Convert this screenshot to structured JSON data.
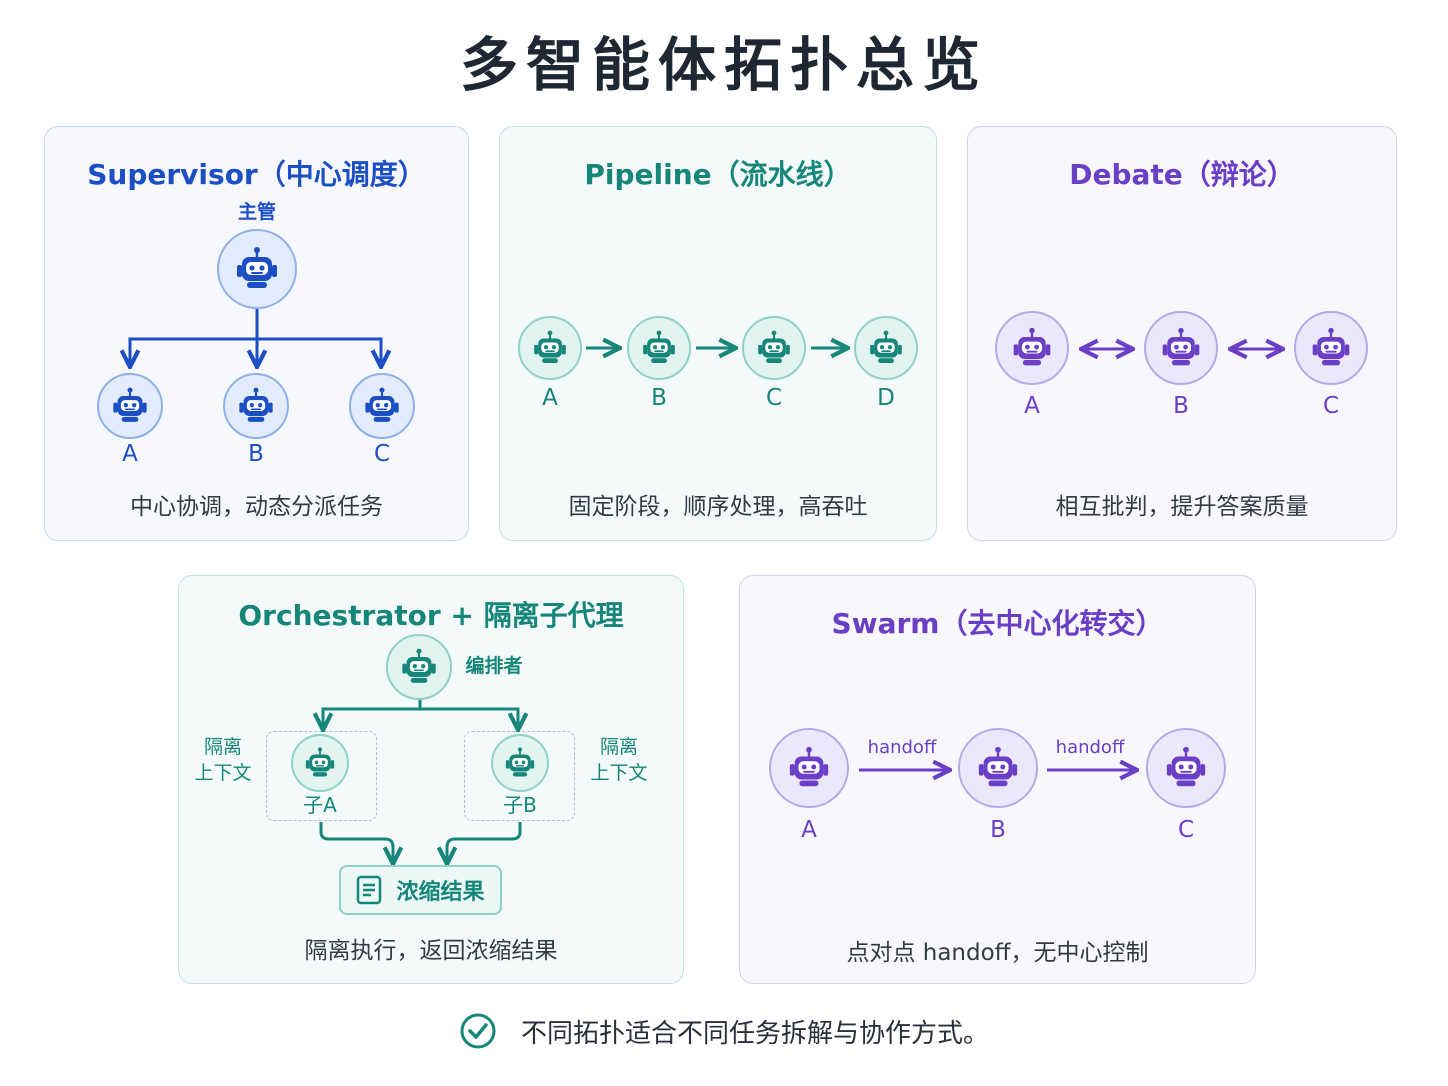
{
  "title": "多智能体拓扑总览",
  "colors": {
    "blue": "#1c4fc4",
    "green": "#16867a",
    "purple": "#6a3fc6"
  },
  "supervisor": {
    "title": "Supervisor（中心调度）",
    "top_label": "主管",
    "nodes": [
      "A",
      "B",
      "C"
    ],
    "desc": "中心协调，动态分派任务"
  },
  "pipeline": {
    "title": "Pipeline（流水线）",
    "nodes": [
      "A",
      "B",
      "C",
      "D"
    ],
    "desc": "固定阶段，顺序处理，高吞吐"
  },
  "debate": {
    "title": "Debate（辩论）",
    "nodes": [
      "A",
      "B",
      "C"
    ],
    "desc": "相互批判，提升答案质量"
  },
  "orchestrator": {
    "title": "Orchestrator + 隔离子代理",
    "top_label": "编排者",
    "context_label_line1": "隔离",
    "context_label_line2": "上下文",
    "sub_a": "子A",
    "sub_b": "子B",
    "result": "浓缩结果",
    "desc": "隔离执行，返回浓缩结果"
  },
  "swarm": {
    "title": "Swarm（去中心化转交）",
    "nodes": [
      "A",
      "B",
      "C"
    ],
    "edge_label": "handoff",
    "desc": "点对点 handoff，无中心控制"
  },
  "footer": "不同拓扑适合不同任务拆解与协作方式。",
  "icons": [
    "robot-icon",
    "document-icon",
    "check-circle-icon"
  ]
}
